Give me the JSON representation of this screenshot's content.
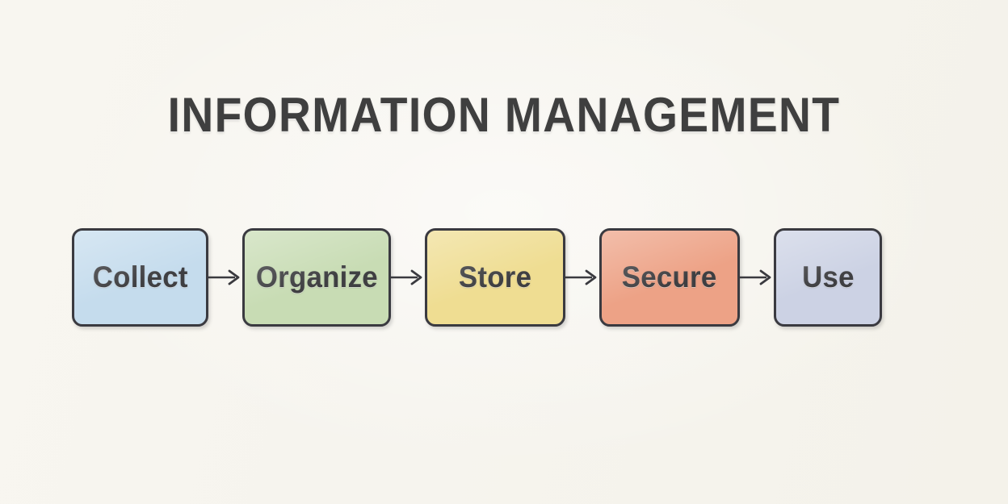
{
  "diagram": {
    "title": "INFORMATION MANAGEMENT",
    "type": "horizontal-flow",
    "background_color": "#f7f5ef",
    "title_color": "#3f3f3f",
    "border_color": "#3a3a40",
    "label_color": "#3f3f42",
    "arrow_color": "#3a3a3f",
    "steps": [
      {
        "label": "Collect",
        "fill": "#c5dced"
      },
      {
        "label": "Organize",
        "fill": "#c8dcb4"
      },
      {
        "label": "Store",
        "fill": "#efdd92"
      },
      {
        "label": "Secure",
        "fill": "#eda286"
      },
      {
        "label": "Use",
        "fill": "#ccd2e4"
      }
    ],
    "connectors": [
      {
        "name": "arrow-collect-to-organize"
      },
      {
        "name": "arrow-organize-to-store"
      },
      {
        "name": "arrow-store-to-secure"
      },
      {
        "name": "arrow-secure-to-use"
      }
    ]
  }
}
